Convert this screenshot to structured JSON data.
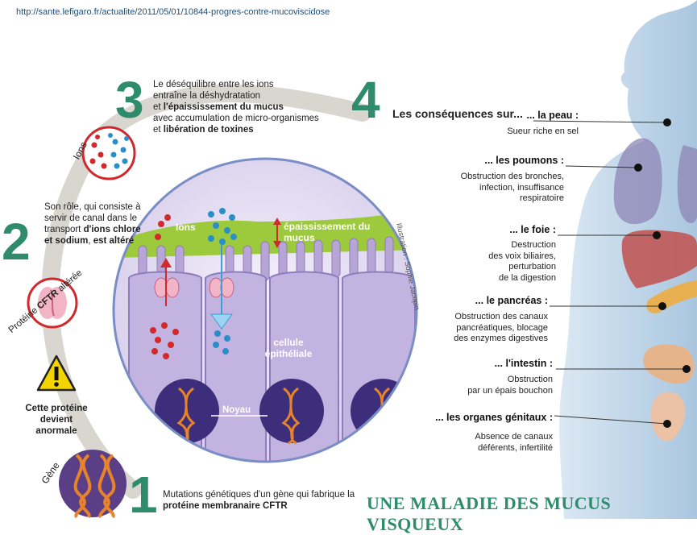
{
  "url": "http://sante.lefigaro.fr/actualite/2011/05/01/10844-progres-contre-mucoviscidose",
  "title": "UNE MALADIE DES MUCUS VISQUEUX",
  "credit": "Illustration : Sophie Jacopin",
  "steps": [
    {
      "number": "1",
      "text_plain": "Mutations génétiques d'un gène qui fabrique la ",
      "text_bold": "protéine membranaire CFTR"
    },
    {
      "number": "2",
      "text_plain": "Son rôle, qui consiste à servir de canal dans le transport ",
      "text_bold": "d'ions chlore et sodium",
      "text_end_bold": "est altéré"
    },
    {
      "number": "3",
      "line1": "Le déséquilibre entre les ions",
      "line2": "entraîne la déshydratation",
      "line3_plain": "et ",
      "line3_bold": "l'épaississement du mucus",
      "line4": "avec accumulation de micro-organismes",
      "line5_plain": "et ",
      "line5_bold": "libération de toxines"
    },
    {
      "number": "4",
      "text": "Les conséquences sur..."
    }
  ],
  "labels": {
    "ions_circle": "Ions",
    "protein_circle_plain": "Protéine ",
    "protein_circle_bold": "CFTR",
    "protein_circle_end": " altérée",
    "warning_text": "Cette protéine devient anormale",
    "gene": "Gène",
    "ions_cell": "Ions",
    "mucus": "épaississement du mucus",
    "cell": "cellule épithéliale",
    "nucleus": "Noyau"
  },
  "organs": [
    {
      "name": "... la peau :",
      "desc": [
        "Sueur riche en sel"
      ]
    },
    {
      "name": "... les poumons :",
      "desc": [
        "Obstruction des bronches,",
        "infection, insuffisance",
        "respiratoire"
      ]
    },
    {
      "name": "... le foie :",
      "desc": [
        "Destruction",
        "des voix biliaires,",
        "perturbation",
        "de la digestion"
      ]
    },
    {
      "name": "... le pancréas :",
      "desc": [
        "Obstruction des canaux",
        "pancréatiques, blocage",
        "des enzymes digestives"
      ]
    },
    {
      "name": "... l'intestin :",
      "desc": [
        "Obstruction",
        "par un épais bouchon"
      ]
    },
    {
      "name": "... les organes génitaux :",
      "desc": [
        "Absence de canaux",
        "déférents, infertilité"
      ]
    }
  ],
  "colors": {
    "accent": "#2e8b6c",
    "mucus": "#9dc93c",
    "cell": "#b7a5d6",
    "body": "#b9d2e6",
    "alert_red": "#d02a2a",
    "ion_blue": "#2a8fc8"
  }
}
